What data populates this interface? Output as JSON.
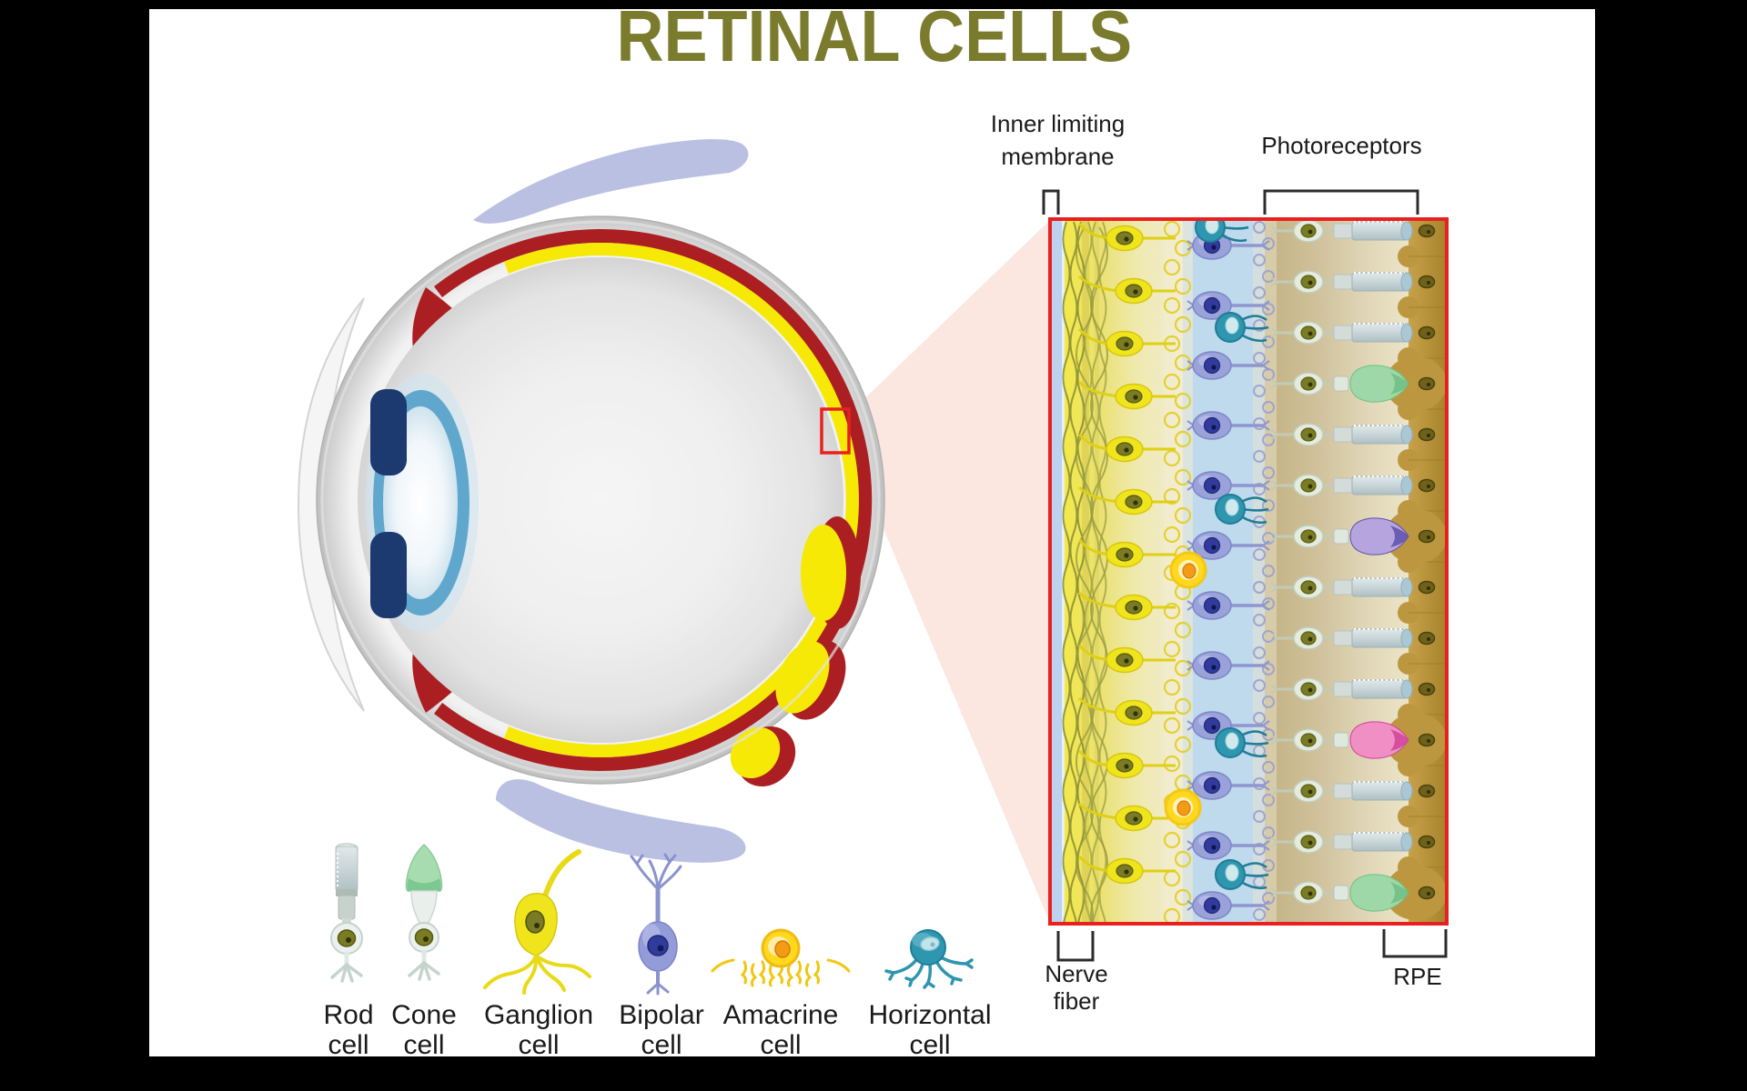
{
  "title": "RETINAL CELLS",
  "labels": {
    "ilm_line1": "Inner limiting",
    "ilm_line2": "membrane",
    "photoreceptors": "Photoreceptors",
    "nerve_line1": "Nerve",
    "nerve_line2": "fiber",
    "rpe": "RPE"
  },
  "legend": [
    {
      "line1": "Rod",
      "line2": "cell"
    },
    {
      "line1": "Cone",
      "line2": "cell"
    },
    {
      "line1": "Ganglion",
      "line2": "cell"
    },
    {
      "line1": "Bipolar",
      "line2": "cell"
    },
    {
      "line1": "Amacrine",
      "line2": "cell"
    },
    {
      "line1": "Horizontal",
      "line2": "cell"
    }
  ],
  "colors": {
    "title_olive": "#7b7b2e",
    "frame_red": "#e8201f",
    "wedge_pink": "#fbe7df",
    "choroid_red": "#ab1f23",
    "retina_yellow": "#f6e905",
    "muscle_lavender": "#b9c0e2",
    "iris_navy": "#1d3a70",
    "lens_blue": "#5fa7cc",
    "ilm_blue": "#bdd2ee",
    "nfl_yellow": "#f2e94a",
    "fiber_olive": "#8d8f35",
    "ganglion_yellow": "#f0e51d",
    "nucleus_olive": "#7a7b24",
    "bipolar_zone_blue": "#bfd9ed",
    "bipolar_purple": "#9aa2da",
    "bipolar_nucleus": "#313b9e",
    "teal_cell": "#2e96ae",
    "amacrine_yellow": "#ffd81f",
    "amacrine_nucleus": "#f49b15",
    "tan_dark": "#c3b284",
    "tan_light": "#ece4c8",
    "rod_gray": "#c9d6d8",
    "rpe_gold": "#c09a42",
    "rpe_nucleus": "#6e611b",
    "cone_green": "#9ed8a8",
    "cone_lavender": "#b5a4dd",
    "cone_pink": "#ef8fc4",
    "bracket": "#2b2b2b"
  }
}
